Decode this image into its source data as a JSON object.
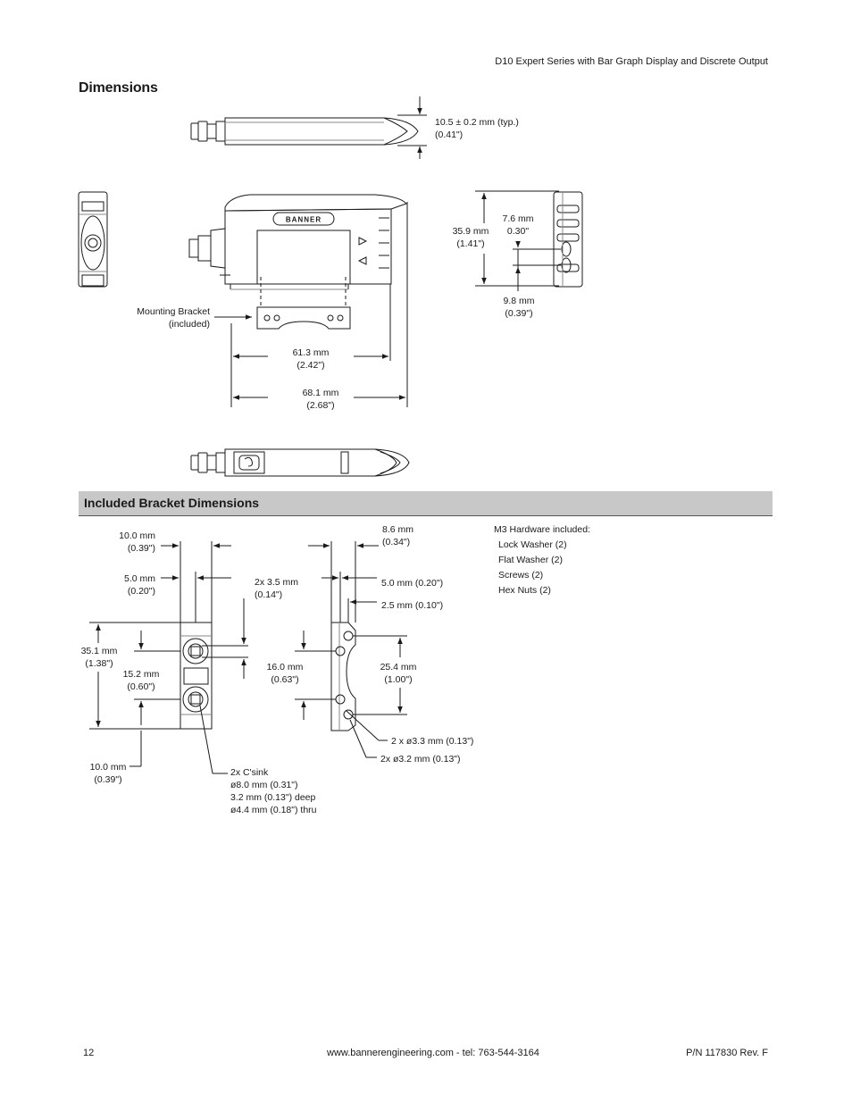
{
  "header": {
    "product_line": "D10 Expert Series with Bar Graph Display and Discrete Output"
  },
  "section": {
    "title": "Dimensions"
  },
  "sensor": {
    "logo_text": "BANNER",
    "dim_height": {
      "mm": "10.5 ± 0.2 mm (typ.)",
      "in": "(0.41\")"
    },
    "mounting_bracket": {
      "line1": "Mounting Bracket",
      "line2": "(included)"
    },
    "dim_bracket_width": {
      "mm": "61.3 mm",
      "in": "(2.42\")"
    },
    "dim_overall_length": {
      "mm": "68.1 mm",
      "in": "(2.68\")"
    },
    "dim_end_height": {
      "mm": "35.9 mm",
      "in": "(1.41\")"
    },
    "dim_slot_pitch": {
      "mm": "7.6 mm",
      "in": "0.30\""
    },
    "dim_slot_offset": {
      "mm": "9.8 mm",
      "in": "(0.39\")"
    }
  },
  "bracket_section": {
    "title": "Included Bracket Dimensions"
  },
  "bracket": {
    "dim_width": {
      "mm": "10.0 mm",
      "in": "(0.39\")"
    },
    "dim_half_width": {
      "mm": "5.0 mm",
      "in": "(0.20\")"
    },
    "dim_slot": {
      "mm": "2x 3.5 mm",
      "in": "(0.14\")"
    },
    "dim_length": {
      "mm": "35.1 mm",
      "in": "(1.38\")"
    },
    "dim_hole_pitch": {
      "mm": "15.2 mm",
      "in": "(0.60\")"
    },
    "dim_end_offset": {
      "mm": "10.0 mm",
      "in": "(0.39\")"
    },
    "csink": {
      "l1": "2x C'sink",
      "l2": "ø8.0 mm (0.31\")",
      "l3": "3.2 mm (0.13\") deep",
      "l4": "ø4.4 mm (0.18\") thru"
    },
    "dim_side_depth": {
      "mm": "8.6 mm",
      "in": "(0.34\")"
    },
    "dim_side_5": "5.0 mm (0.20\")",
    "dim_side_25": "2.5 mm (0.10\")",
    "dim_side_16": {
      "mm": "16.0 mm",
      "in": "(0.63\")"
    },
    "dim_side_254": {
      "mm": "25.4 mm",
      "in": "(1.00\")"
    },
    "hole_33": "2 x ø3.3 mm (0.13\")",
    "hole_32": "2x ø3.2 mm (0.13\")"
  },
  "hardware": {
    "title": "M3 Hardware included:",
    "items": [
      "Lock Washer (2)",
      "Flat Washer (2)",
      "Screws (2)",
      "Hex Nuts (2)"
    ]
  },
  "footer": {
    "page": "12",
    "contact": "www.bannerengineering.com - tel: 763-544-3164",
    "part_number": "P/N 117830 Rev. F"
  }
}
